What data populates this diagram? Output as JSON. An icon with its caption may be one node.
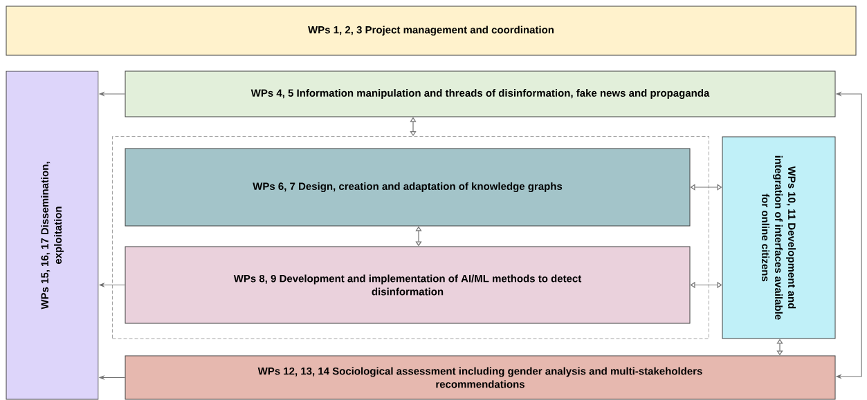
{
  "diagram": {
    "nodes": [
      {
        "text": [
          "WPs 1, 2, 3 Project management and coordination"
        ]
      },
      {
        "text": [
          "WPs 15, 16, 17 Dissemination, exploitation"
        ]
      },
      {
        "text": [
          "WPs 4, 5 Information manipulation and threads of disinformation, fake news and propaganda"
        ]
      },
      {
        "text": [],
        "shape": "box"
      },
      {
        "text": [
          "WPs 6, 7 Design, creation and adaptation of knowledge graphs"
        ],
        "in": 3
      },
      {
        "text": [
          "WPs 8, 9 Development and implementation of AI/ML methods to detect disinformation"
        ],
        "in": 3
      },
      {
        "text": [
          "WPs 10, 11 Development and integration of interfaces available for online citizens"
        ]
      },
      {
        "text": [
          "WPs 12, 13, 14 Sociological assessment including gender analysis and multi-stakeholders recommendations"
        ]
      }
    ],
    "edges": [
      {
        "from": 2,
        "to": 1,
        "arrow": "to"
      },
      {
        "from": 5,
        "to": 1,
        "arrow": "to"
      },
      {
        "from": 7,
        "to": 1,
        "arrow": "to"
      },
      {
        "from": 2,
        "to": 3,
        "arrow": "both"
      },
      {
        "from": 4,
        "to": 5,
        "arrow": "both"
      },
      {
        "from": 4,
        "to": 6,
        "arrow": "both"
      },
      {
        "from": 5,
        "to": 6,
        "arrow": "both"
      },
      {
        "from": 6,
        "to": 7,
        "arrow": "both"
      },
      {
        "from": 2,
        "to": 7,
        "arrow": "both"
      }
    ]
  }
}
